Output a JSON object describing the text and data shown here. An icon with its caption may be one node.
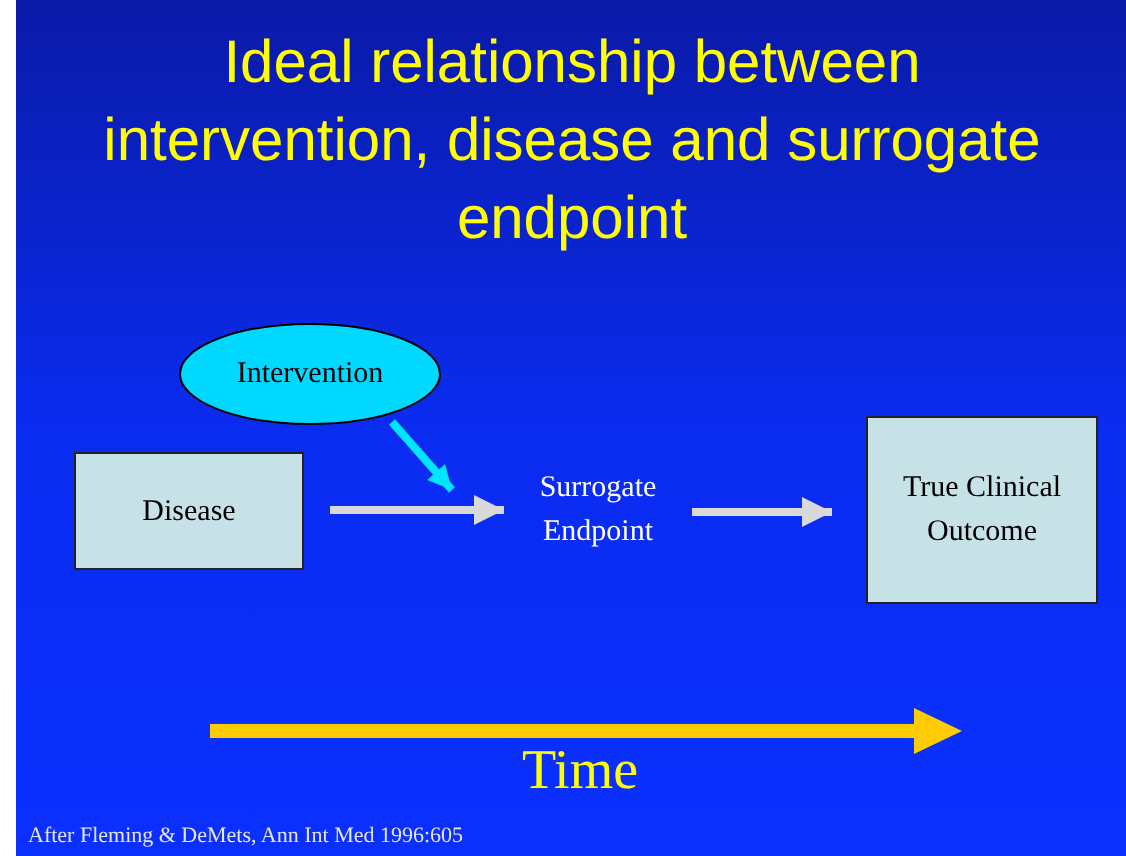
{
  "diagram": {
    "title": "Ideal relationship between intervention, disease and surrogate endpoint",
    "caption": "After Fleming & DeMets, Ann Int Med 1996:605",
    "nodes": [
      {
        "text": [
          "Intervention"
        ]
      },
      {
        "text": [
          "Disease"
        ]
      },
      {
        "text": [
          "Surrogate Endpoint"
        ]
      },
      {
        "text": [
          "True Clinical Outcome"
        ]
      }
    ],
    "edges": [
      {
        "from": 1,
        "to": 2,
        "arrow": "to"
      },
      {
        "from": 2,
        "to": 3,
        "arrow": "to"
      },
      {
        "from": 0,
        "to": null,
        "arrow": "to",
        "color": "#00e5ff"
      }
    ],
    "labels": [
      "Time"
    ]
  }
}
